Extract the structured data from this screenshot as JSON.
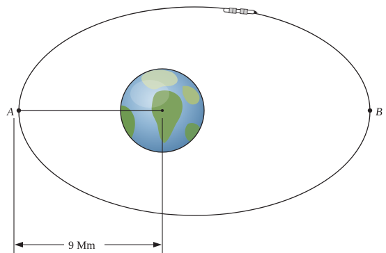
{
  "labels": {
    "point_a": "A",
    "point_b": "B",
    "distance": "9 Mm"
  },
  "colors": {
    "line": "#231f20",
    "ocean": "#6f9cc2",
    "ocean_light": "#a9c8df",
    "land": "#6f9a52",
    "land_light": "#cdd8b0",
    "background": "#ffffff"
  },
  "icons": {
    "planet": "earth-icon",
    "spacecraft": "satellite-icon"
  }
}
